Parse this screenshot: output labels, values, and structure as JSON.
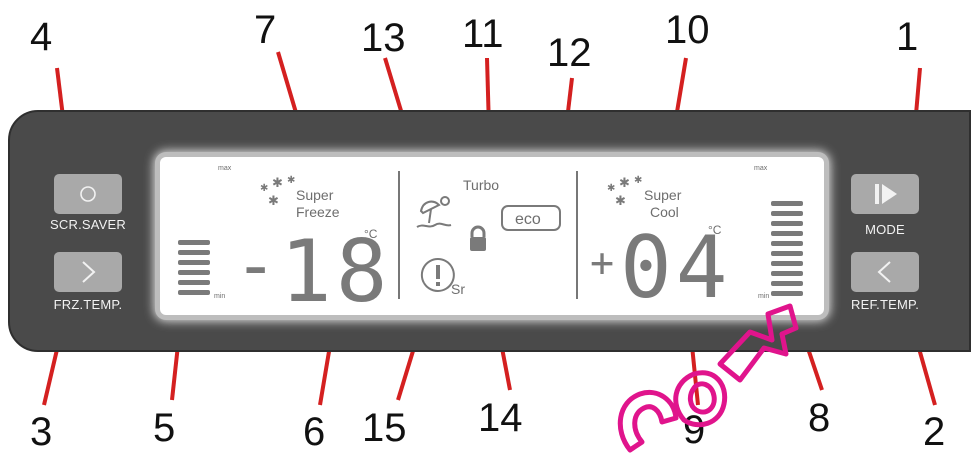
{
  "callouts": {
    "n1": "1",
    "n2": "2",
    "n3": "3",
    "n4": "4",
    "n5": "5",
    "n6": "6",
    "n7": "7",
    "n8": "8",
    "n9": "9",
    "n10": "10",
    "n11": "11",
    "n12": "12",
    "n13": "13",
    "n14": "14",
    "n15": "15"
  },
  "buttons": {
    "screen_saver": {
      "label": "SCR.SAVER",
      "icon": "circle-icon"
    },
    "freezer_temp": {
      "label": "FRZ.TEMP.",
      "icon": "chevron-right-icon"
    },
    "mode": {
      "label": "MODE",
      "icon": "play-bar-icon"
    },
    "fridge_temp": {
      "label": "REF.TEMP.",
      "icon": "chevron-left-icon"
    }
  },
  "display": {
    "freezer": {
      "max": "max",
      "min": "min",
      "super_line1": "Super",
      "super_line2": "Freeze",
      "sign": "-",
      "value": "18",
      "unit": "°C"
    },
    "center": {
      "turbo": "Turbo",
      "eco": "eco",
      "sr": "Sr"
    },
    "fridge": {
      "max": "max",
      "min": "min",
      "super_line1": "Super",
      "super_line2": "Cool",
      "sign": "+",
      "value": "04",
      "unit": "°C"
    }
  },
  "colors": {
    "arrow": "#d42020",
    "panel": "#4a4a4a",
    "button": "#a9a9a9",
    "lcd_segment": "#7a7a7a",
    "watermark": "#e0148c"
  }
}
